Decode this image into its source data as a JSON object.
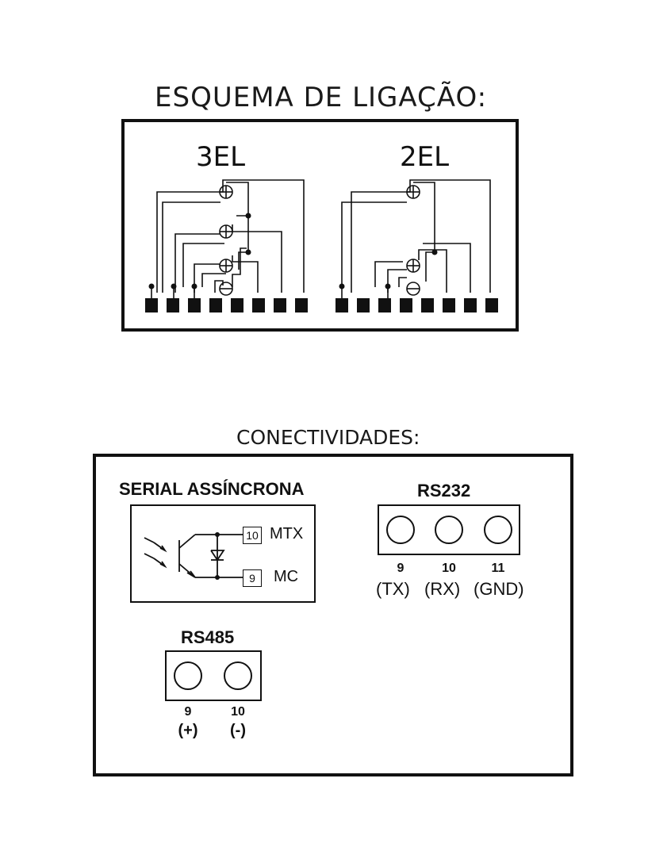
{
  "wiring": {
    "title": "ESQUEMA DE LIGAÇÃO:",
    "diagrams": [
      {
        "label": "3EL"
      },
      {
        "label": "2EL"
      }
    ]
  },
  "connectivity": {
    "title": "CONECTIVIDADES:",
    "serial": {
      "title": "SERIAL ASSÍNCRONA",
      "pins": [
        {
          "number": "10",
          "name": "MTX"
        },
        {
          "number": "9",
          "name": "MC"
        }
      ]
    },
    "rs232": {
      "title": "RS232",
      "pins": [
        {
          "number": "9",
          "signal": "(TX)"
        },
        {
          "number": "10",
          "signal": "(RX)"
        },
        {
          "number": "11",
          "signal": "(GND)"
        }
      ]
    },
    "rs485": {
      "title": "RS485",
      "pins": [
        {
          "number": "9",
          "signal": "(+)"
        },
        {
          "number": "10",
          "signal": "(-)"
        }
      ]
    }
  }
}
